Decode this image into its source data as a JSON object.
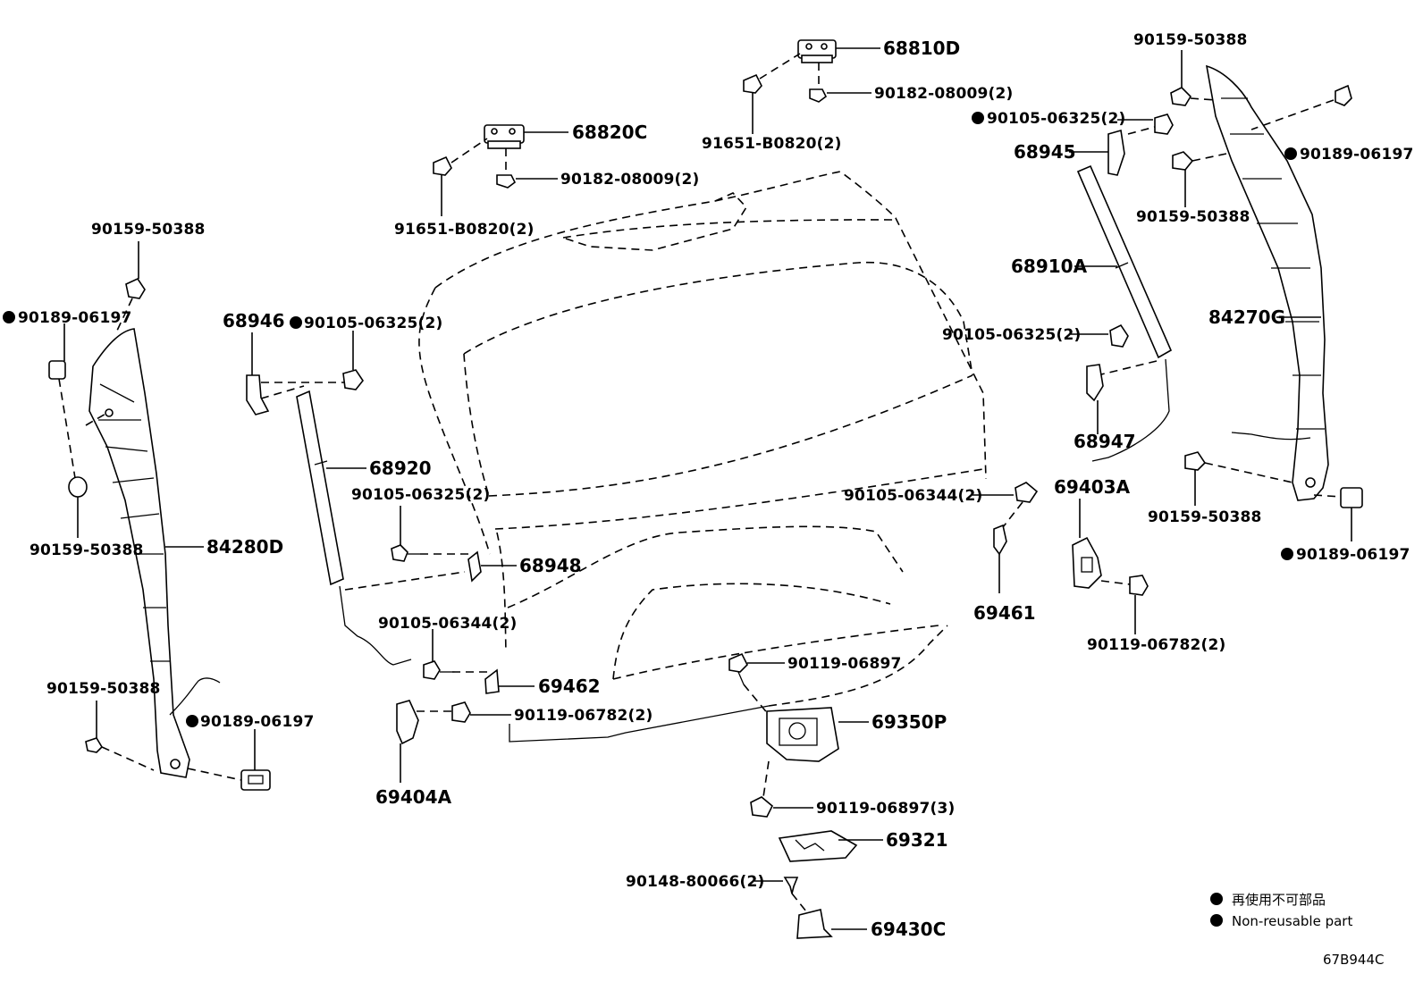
{
  "labels": {
    "p68810D": "68810D",
    "p90182_a": "90182-08009(2)",
    "p91651_a": "91651-B0820(2)",
    "p68820C": "68820C",
    "p90182_b": "90182-08009(2)",
    "p91651_b": "91651-B0820(2)",
    "p90159_l1": "90159-50388",
    "p90189_l1": "90189-06197",
    "p90159_l2": "90159-50388",
    "p84280D": "84280D",
    "p90159_l3": "90159-50388",
    "p90189_l2": "90189-06197",
    "p68946": "68946",
    "p90105_l1": "90105-06325(2)",
    "p68920": "68920",
    "p90105_l2": "90105-06325(2)",
    "p68948": "68948",
    "p90105_06344_l": "90105-06344(2)",
    "p69462": "69462",
    "p90119_06782_l": "90119-06782(2)",
    "p69404A": "69404A",
    "p90119_06897": "90119-06897",
    "p69350P": "69350P",
    "p90119_06897_3": "90119-06897(3)",
    "p69321": "69321",
    "p90148": "90148-80066(2)",
    "p69430C": "69430C",
    "p90105_06344_r": "90105-06344(2)",
    "p69461": "69461",
    "p69403A": "69403A",
    "p90119_06782_r": "90119-06782(2)",
    "p90159_r1": "90159-50388",
    "p90105_r1": "90105-06325(2)",
    "p68945": "68945",
    "p90189_r1": "90189-06197",
    "p90159_r2": "90159-50388",
    "p68910A": "68910A",
    "p90105_r2": "90105-06325(2)",
    "p84270G": "84270G",
    "p68947": "68947",
    "p90159_r3": "90159-50388",
    "p90189_r2": "90189-06197"
  },
  "legend": {
    "jp": "再使用不可部品",
    "en": "Non-reusable part"
  },
  "diagram_code": "67B944C"
}
